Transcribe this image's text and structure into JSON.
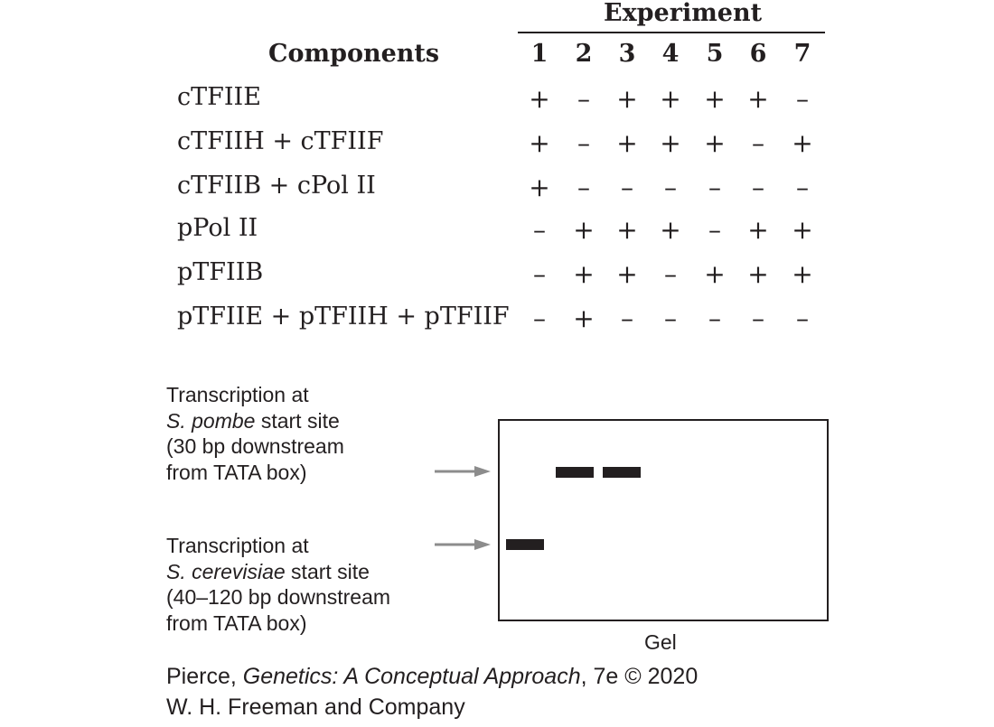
{
  "table": {
    "group_header": "Experiment",
    "components_header": "Components",
    "columns": [
      "1",
      "2",
      "3",
      "4",
      "5",
      "6",
      "7"
    ],
    "rows": [
      {
        "label": "cTFIIE",
        "values": [
          "+",
          "–",
          "+",
          "+",
          "+",
          "+",
          "–"
        ]
      },
      {
        "label": "cTFIIH + cTFIIF",
        "values": [
          "+",
          "–",
          "+",
          "+",
          "+",
          "–",
          "+"
        ]
      },
      {
        "label": "cTFIIB + cPol II",
        "values": [
          "+",
          "–",
          "–",
          "–",
          "–",
          "–",
          "–"
        ]
      },
      {
        "label": "pPol II",
        "values": [
          "–",
          "+",
          "+",
          "+",
          "–",
          "+",
          "+"
        ]
      },
      {
        "label": "pTFIIB",
        "values": [
          "–",
          "+",
          "+",
          "–",
          "+",
          "+",
          "+"
        ]
      },
      {
        "label": "pTFIIE + pTFIIH + pTFIIF",
        "values": [
          "–",
          "+",
          "–",
          "–",
          "–",
          "–",
          "–"
        ]
      }
    ]
  },
  "gel": {
    "label": "Gel",
    "bands_pombe_lanes": [
      2,
      3
    ],
    "bands_cerevisiae_lanes": [
      1
    ],
    "caption_pombe": {
      "line1": "Transcription at",
      "line2_italic": "S. pombe",
      "line2_rest": " start site",
      "line3": "(30 bp downstream",
      "line4": "from TATA box)"
    },
    "caption_cerevisiae": {
      "line1": "Transcription at",
      "line2_italic": "S. cerevisiae",
      "line2_rest": " start site",
      "line3": "(40–120 bp downstream",
      "line4": "from TATA box)"
    }
  },
  "credit": {
    "line1_pre": "Pierce, ",
    "line1_italic": "Genetics: A Conceptual Approach",
    "line1_post": ", 7e © 2020",
    "line2": "W. H. Freeman and Company"
  },
  "colors": {
    "ink": "#231f20",
    "arrow": "#8c8c8c"
  }
}
